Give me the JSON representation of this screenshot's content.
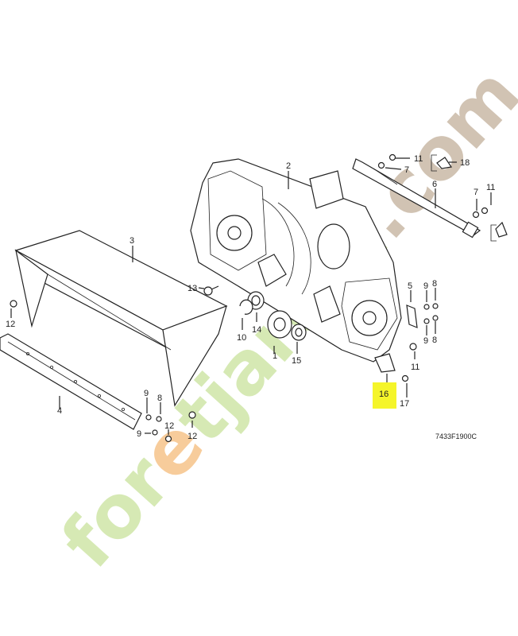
{
  "diagram_code": "7433F1900C",
  "watermark": {
    "text": "foretjardin.com",
    "colors": {
      "green": "#cfe6a8",
      "orange": "#f6c48a",
      "brown": "#c9b9a6"
    }
  },
  "highlight": {
    "part": "16",
    "color": "#f5f52a"
  },
  "labels": {
    "p1": "1",
    "p2": "2",
    "p3": "3",
    "p4": "4",
    "p5": "5",
    "p6": "6",
    "p7a": "7",
    "p7b": "7",
    "p8a": "8",
    "p8b": "8",
    "p8c": "8",
    "p9a": "9",
    "p9b": "9",
    "p9c": "9",
    "p9d": "9",
    "p10": "10",
    "p11a": "11",
    "p11b": "11",
    "p11c": "11",
    "p12a": "12",
    "p12b": "12",
    "p12c": "12",
    "p13": "13",
    "p14": "14",
    "p15": "15",
    "p16": "16",
    "p17": "17",
    "p18": "18"
  }
}
